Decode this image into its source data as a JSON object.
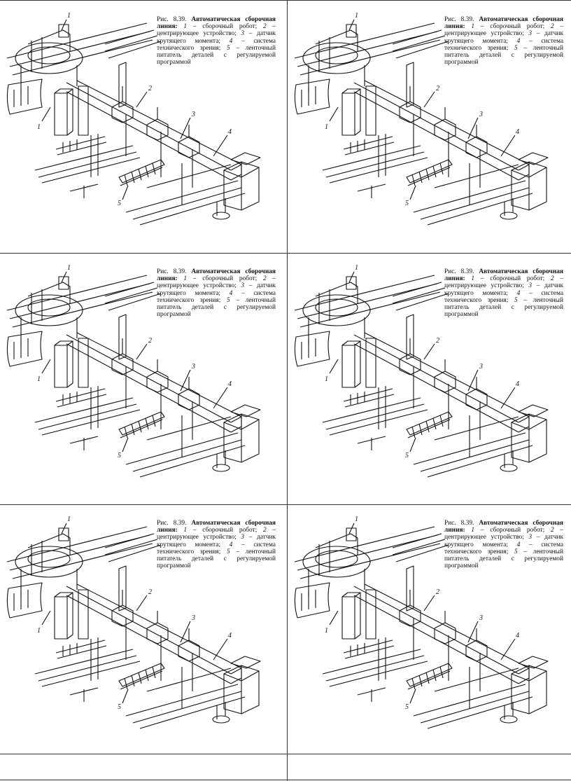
{
  "figure": {
    "caption_label": "Рис. 8.39.",
    "caption_title": "Автоматическая сборочная линия:",
    "legend": [
      {
        "num": "1",
        "text": "– сборочный робот;"
      },
      {
        "num": "2",
        "text": "– центрирующее устройство;"
      },
      {
        "num": "3",
        "text": "– датчик крутящего момента;"
      },
      {
        "num": "4",
        "text": "– система технического зрения;"
      },
      {
        "num": "5",
        "text": "– ленточный питатель деталей с регулируемой программой"
      }
    ],
    "callouts": [
      "1",
      "1",
      "2",
      "3",
      "4",
      "5"
    ]
  },
  "colors": {
    "ink": "#111111",
    "rule": "#333333",
    "paper": "#ffffff"
  },
  "cells": [
    {
      "name": "cell-1"
    },
    {
      "name": "cell-2"
    },
    {
      "name": "cell-3"
    },
    {
      "name": "cell-4"
    },
    {
      "name": "cell-5"
    },
    {
      "name": "cell-6"
    }
  ]
}
